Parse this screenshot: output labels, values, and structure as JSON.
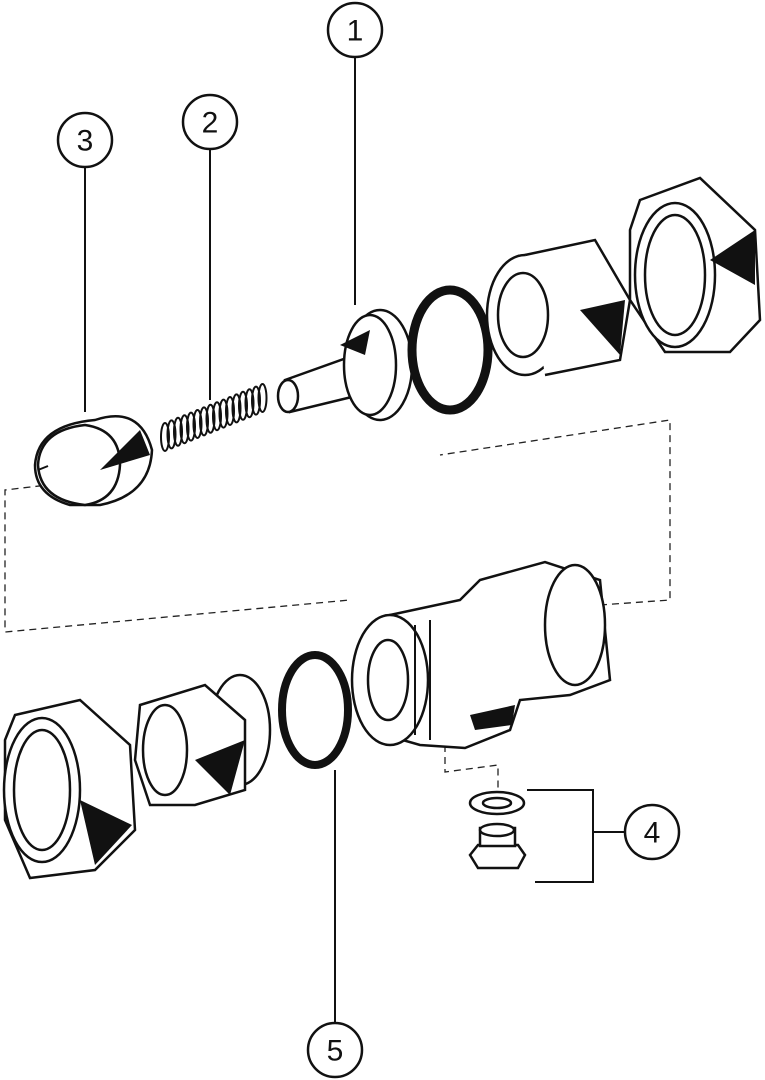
{
  "diagram": {
    "type": "exploded-parts-view",
    "callouts": [
      {
        "label": "1"
      },
      {
        "label": "2"
      },
      {
        "label": "3"
      },
      {
        "label": "4"
      },
      {
        "label": "5"
      }
    ],
    "colors": {
      "line": "#111111",
      "background": "#ffffff"
    }
  }
}
